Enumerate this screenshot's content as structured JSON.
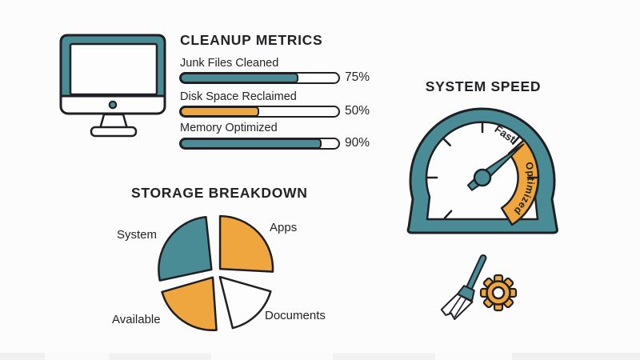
{
  "colors": {
    "teal": "#4A8C95",
    "orange": "#EFA63E",
    "outline": "#1F1F24",
    "text": "#232327",
    "white": "#FDFDFD",
    "background": "#FDFCFC"
  },
  "cleanup": {
    "title": "CLEANUP METRICS",
    "bars": [
      {
        "label": "Junk Files Cleaned",
        "value": 75,
        "value_label": "75%",
        "color": "teal"
      },
      {
        "label": "Disk Space Reclaimed",
        "value": 50,
        "value_label": "50%",
        "color": "orange"
      },
      {
        "label": "Memory Optimized",
        "value": 90,
        "value_label": "90%",
        "color": "teal"
      }
    ]
  },
  "speed": {
    "title": "SYSTEM SPEED",
    "fast_label": "Fast",
    "optimized_label": "Optimized",
    "needle_deg": -39
  },
  "storage": {
    "title": "STORAGE BREAKDOWN",
    "slices": [
      {
        "label": "System",
        "color": "teal",
        "start_deg": 168,
        "end_deg": 264,
        "pct_est": 29
      },
      {
        "label": "Apps",
        "color": "orange",
        "start_deg": 270,
        "end_deg": 363,
        "pct_est": 28
      },
      {
        "label": "Documents",
        "color": "white",
        "start_deg": 16,
        "end_deg": 76,
        "pct_est": 18
      },
      {
        "label": "Available",
        "color": "orange",
        "start_deg": 86,
        "end_deg": 164,
        "pct_est": 25
      }
    ]
  },
  "icons": {
    "monitor": "monitor-icon",
    "broom": "broom-icon",
    "gear": "gear-icon"
  },
  "chart_data": [
    {
      "type": "bar",
      "title": "CLEANUP METRICS",
      "orientation": "horizontal",
      "categories": [
        "Junk Files Cleaned",
        "Disk Space Reclaimed",
        "Memory Optimized"
      ],
      "values": [
        75,
        50,
        90
      ],
      "unit": "%",
      "xlim": [
        0,
        100
      ],
      "bar_colors": [
        "#4A8C95",
        "#EFA63E",
        "#4A8C95"
      ],
      "data_labels": [
        "75%",
        "50%",
        "90%"
      ]
    },
    {
      "type": "pie",
      "title": "STORAGE BREAKDOWN",
      "categories": [
        "System",
        "Apps",
        "Documents",
        "Available"
      ],
      "values": [
        29,
        28,
        18,
        25
      ],
      "unit": "% (estimated from slice angles)",
      "slice_colors": [
        "#4A8C95",
        "#EFA63E",
        "#FDFDFD",
        "#EFA63E"
      ],
      "style": "exploded hand-drawn pie, dark outlines, no value labels"
    },
    {
      "type": "gauge",
      "title": "SYSTEM SPEED",
      "labels": [
        "Fast",
        "Optimized"
      ],
      "highlight_zone": "Optimized",
      "highlight_color": "#EFA63E",
      "needle": "points upper-right into the Optimized zone"
    }
  ]
}
